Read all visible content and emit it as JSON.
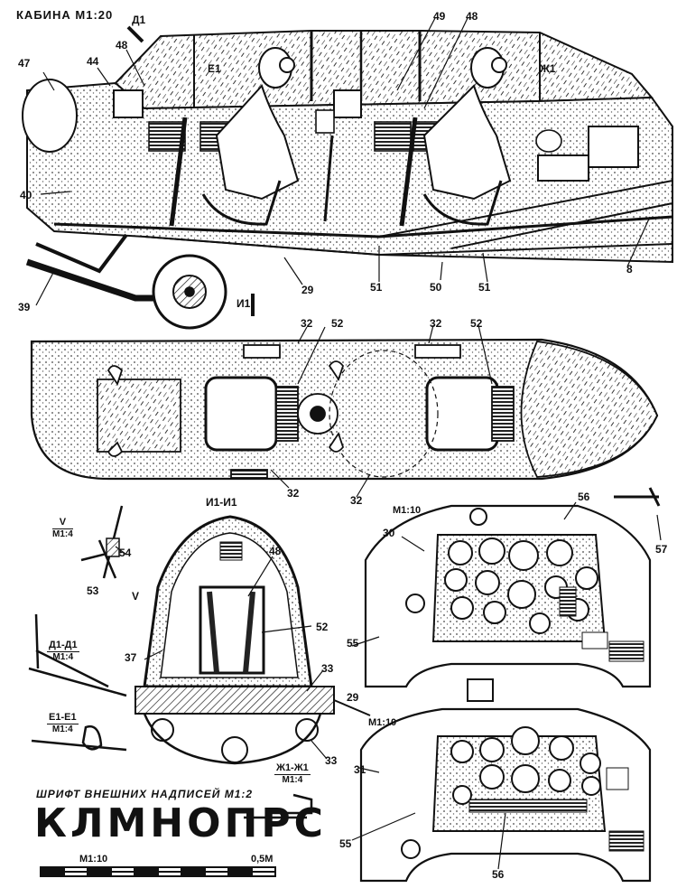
{
  "title": "КАБИНА М1:20",
  "font_heading": "ШРИФТ ВНЕШНИХ НАДПИСЕЙ М1:2",
  "font_sample": "КЛМНОПРС",
  "scale_bar": {
    "ratio": "М1:10",
    "length_label": "0,5М"
  },
  "section_marks": {
    "d1": "Д1",
    "e1": "Е1",
    "zh1": "Ж1",
    "i1": "И1"
  },
  "callouts": {
    "c47": "47",
    "c44": "44",
    "c48a": "48",
    "c49": "49",
    "c48b": "48",
    "c40": "40",
    "c39": "39",
    "c29a": "29",
    "c51a": "51",
    "c50": "50",
    "c51b": "51",
    "c8": "8",
    "c32a": "32",
    "c52a": "52",
    "c32b": "32",
    "c52b": "52",
    "c32c": "32",
    "c32d": "32",
    "c30": "30",
    "c56a": "56",
    "c57": "57",
    "c54": "54",
    "c53": "53",
    "c48c": "48",
    "c52c": "52",
    "c37": "37",
    "c55a": "55",
    "c33a": "33",
    "c29b": "29",
    "c33b": "33",
    "c31": "31",
    "c55b": "55",
    "c56b": "56"
  },
  "section_view_title": "И1-И1",
  "v_mark": "V",
  "details": [
    {
      "num": "V",
      "den": "М1:4"
    },
    {
      "num": "Д1-Д1",
      "den": "М1:4"
    },
    {
      "num": "Е1-Е1",
      "den": "М1:4"
    },
    {
      "num": "Ж1-Ж1",
      "den": "М1:4"
    }
  ],
  "panel_scales": {
    "top": "М1:10",
    "bottom": "М1:10"
  }
}
